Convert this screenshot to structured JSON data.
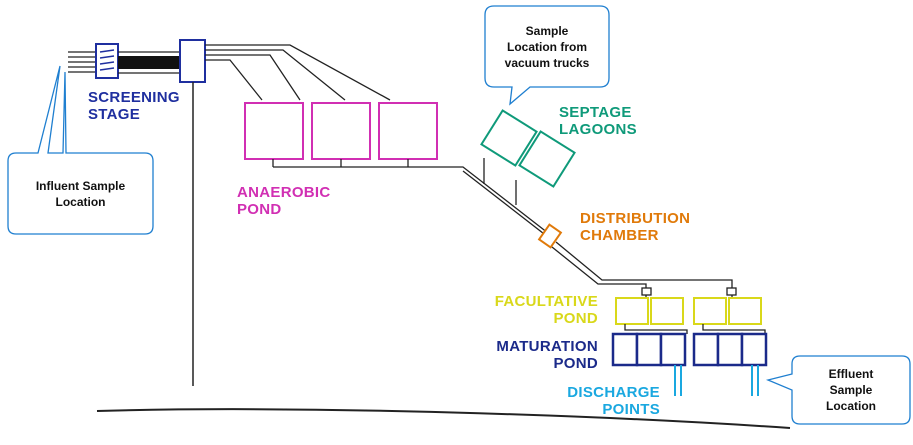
{
  "colors": {
    "screening": "#1f2f9f",
    "septage": "#0f9a7a",
    "anaerobic": "#d12fb3",
    "distribution": "#e07a0a",
    "facultative": "#d9d81a",
    "maturation": "#1b2a8a",
    "discharge": "#1aa8e0",
    "pipe": "#222222",
    "callout_border": "#1f7fd0"
  },
  "labels": {
    "screening_stage": "SCREENING\nSTAGE",
    "anaerobic_pond": "ANAEROBIC\nPOND",
    "septage_lagoons": "SEPTAGE\nLAGOONS",
    "distribution_chamber": "DISTRIBUTION\nCHAMBER",
    "facultative_pond": "FACULTATIVE\nPOND",
    "maturation_pond": "MATURATION\nPOND",
    "discharge_points": "DISCHARGE\nPOINTS"
  },
  "callouts": {
    "influent": "Influent Sample\nLocation",
    "septage": "Sample\nLocation from\nvacuum trucks",
    "effluent": "Effluent\nSample\nLocation"
  }
}
